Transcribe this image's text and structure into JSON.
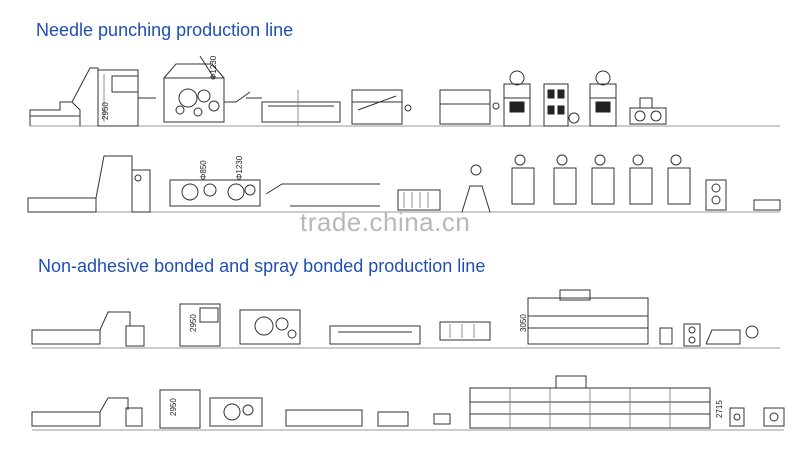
{
  "titles": {
    "needle": "Needle punching production line",
    "bonded": "Non-adhesive bonded and spray bonded production line"
  },
  "watermark": "trade.china.cn",
  "dimensions": {
    "row1_height": "2950",
    "row1_carding": "Φ1230",
    "row2_carding_a": "Φ850",
    "row2_carding_b": "Φ1230",
    "row3_height": "2950",
    "row3_oven": "3050",
    "row4_height": "2950",
    "row4_oven": "2715"
  }
}
